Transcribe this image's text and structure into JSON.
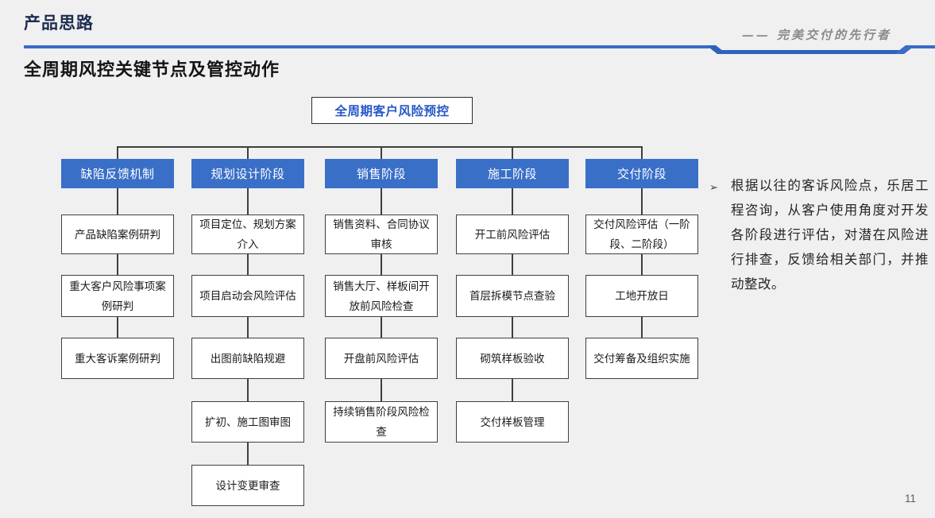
{
  "slide": {
    "header_title": "产品思路",
    "tagline": "—— 完美交付的先行者",
    "page_number": "11"
  },
  "diagram": {
    "title": "全周期风控关键节点及管控动作",
    "root": "全周期客户风险预控",
    "columns": [
      {
        "header": "缺陷反馈机制",
        "items": [
          "产品缺陷案例研判",
          "重大客户风险事项案例研判",
          "重大客诉案例研判"
        ]
      },
      {
        "header": "规划设计阶段",
        "items": [
          "项目定位、规划方案介入",
          "项目启动会风险评估",
          "出图前缺陷规避",
          "扩初、施工图审图",
          "设计变更审查"
        ]
      },
      {
        "header": "销售阶段",
        "items": [
          "销售资料、合同协议审核",
          "销售大厅、样板间开放前风险检查",
          "开盘前风险评估",
          "持续销售阶段风险检查"
        ]
      },
      {
        "header": "施工阶段",
        "items": [
          "开工前风险评估",
          "首层拆模节点查验",
          "砌筑样板验收",
          "交付样板管理"
        ]
      },
      {
        "header": "交付阶段",
        "items": [
          "交付风险评估（一阶段、二阶段）",
          "工地开放日",
          "交付筹备及组织实施"
        ]
      }
    ]
  },
  "note": {
    "bullet": "➢",
    "text": "根据以往的客诉风险点，乐居工程咨询，从客户使用角度对开发各阶段进行评估，对潜在风险进行排查，反馈给相关部门，并推动整改。"
  },
  "colors": {
    "accent_blue": "#3a6fc8",
    "swoosh_dark_blue": "#2e63bb",
    "root_text_blue": "#2557c8",
    "header_navy": "#1e2d50",
    "background": "#f0f0f1"
  }
}
